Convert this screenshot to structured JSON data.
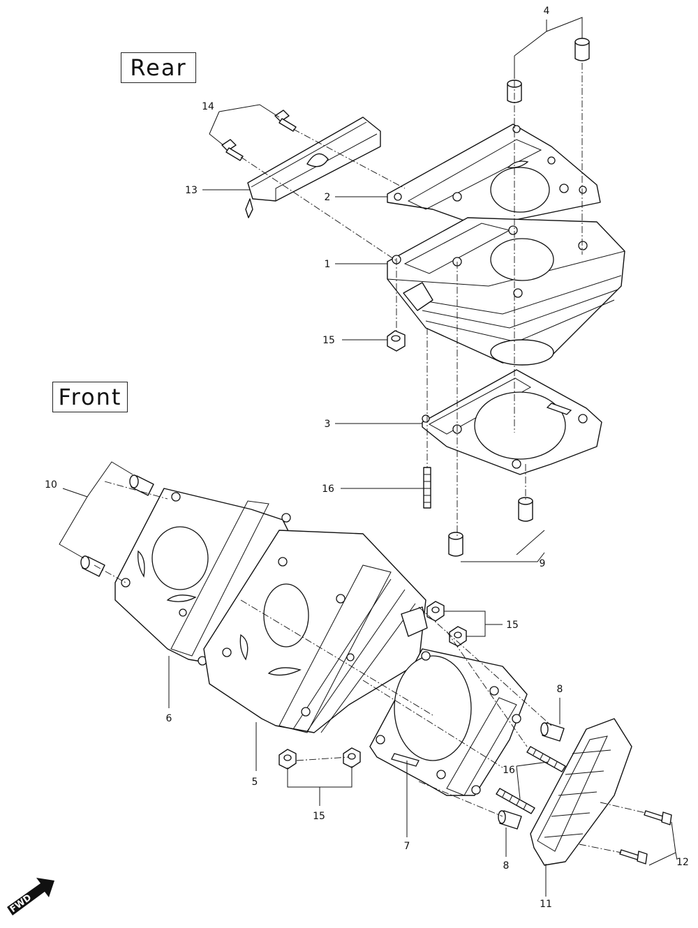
{
  "sections": {
    "rear": "Rear",
    "front": "Front"
  },
  "fwd_label": "FWD",
  "callouts": {
    "c1": "1",
    "c2": "2",
    "c3": "3",
    "c4": "4",
    "c5": "5",
    "c6": "6",
    "c7": "7",
    "c8a": "8",
    "c8b": "8",
    "c9": "9",
    "c10": "10",
    "c11": "11",
    "c12": "12",
    "c13": "13",
    "c14": "14",
    "c15a": "15",
    "c15b": "15",
    "c15c": "15",
    "c16a": "16",
    "c16b": "16"
  }
}
